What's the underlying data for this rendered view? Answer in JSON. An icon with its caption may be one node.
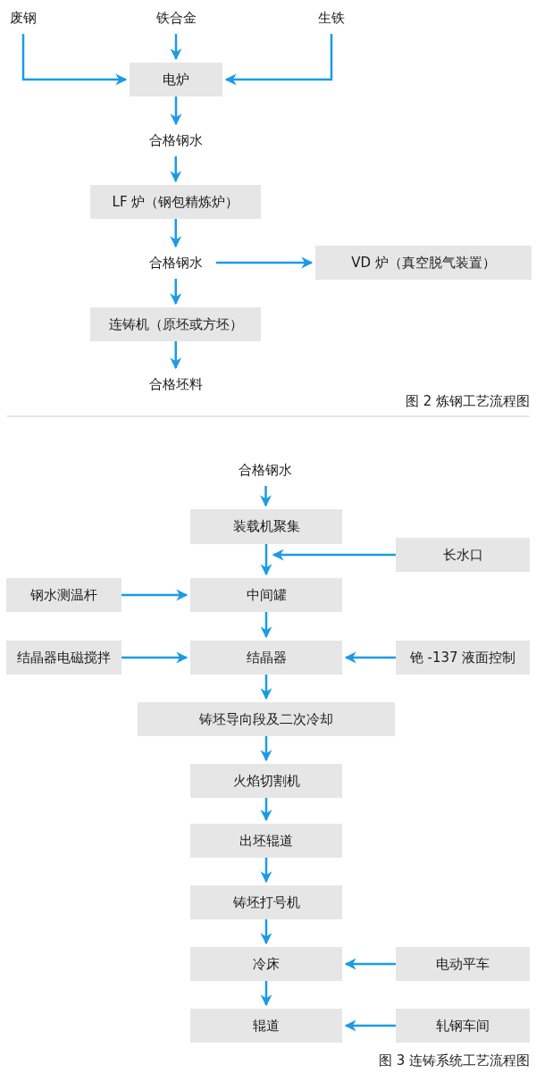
{
  "diagram": {
    "nodes": [
      {
        "text": [
          "废钢"
        ]
      },
      {
        "text": [
          "铁合金"
        ]
      },
      {
        "text": [
          "生铁"
        ]
      },
      {
        "text": [
          "电炉"
        ]
      },
      {
        "text": [
          "合格钢水"
        ]
      },
      {
        "text": [
          "LF 炉（钢包精炼炉）"
        ]
      },
      {
        "text": [
          "合格钢水"
        ]
      },
      {
        "text": [
          "VD 炉（真空脱气装置）"
        ]
      },
      {
        "text": [
          "连铸机（原坯或方坯）"
        ]
      },
      {
        "text": [
          "合格坯料"
        ]
      },
      {
        "text": [
          "合格钢水"
        ]
      },
      {
        "text": [
          "装载机聚集"
        ]
      },
      {
        "text": [
          "长水口"
        ]
      },
      {
        "text": [
          "钢水测温杆"
        ]
      },
      {
        "text": [
          "中间罐"
        ]
      },
      {
        "text": [
          "结晶器电磁搅拌"
        ]
      },
      {
        "text": [
          "结晶器"
        ]
      },
      {
        "text": [
          "铯 -137 液面控制"
        ]
      },
      {
        "text": [
          "铸坯导向段及二次冷却"
        ]
      },
      {
        "text": [
          "火焰切割机"
        ]
      },
      {
        "text": [
          "出坯辊道"
        ]
      },
      {
        "text": [
          "铸坯打号机"
        ]
      },
      {
        "text": [
          "冷床"
        ]
      },
      {
        "text": [
          "电动平车"
        ]
      },
      {
        "text": [
          "辊道"
        ]
      },
      {
        "text": [
          "轧钢车间"
        ]
      }
    ],
    "edges": [
      {
        "from": 0,
        "to": 3,
        "arrow": "to"
      },
      {
        "from": 1,
        "to": 3,
        "arrow": "to"
      },
      {
        "from": 2,
        "to": 3,
        "arrow": "to"
      },
      {
        "from": 3,
        "to": 4,
        "arrow": "to"
      },
      {
        "from": 4,
        "to": 5,
        "arrow": "to"
      },
      {
        "from": 5,
        "to": 6,
        "arrow": "to"
      },
      {
        "from": 6,
        "to": 7,
        "arrow": "to"
      },
      {
        "from": 6,
        "to": 8,
        "arrow": "to"
      },
      {
        "from": 8,
        "to": 9,
        "arrow": "to"
      },
      {
        "from": 10,
        "to": 11,
        "arrow": "to"
      },
      {
        "from": 11,
        "to": 14,
        "arrow": "to"
      },
      {
        "from": 12,
        "to": 14,
        "arrow": "to"
      },
      {
        "from": 13,
        "to": 14,
        "arrow": "to"
      },
      {
        "from": 14,
        "to": 16,
        "arrow": "to"
      },
      {
        "from": 15,
        "to": 16,
        "arrow": "to"
      },
      {
        "from": 17,
        "to": 16,
        "arrow": "to"
      },
      {
        "from": 16,
        "to": 18,
        "arrow": "to"
      },
      {
        "from": 18,
        "to": 19,
        "arrow": "to"
      },
      {
        "from": 19,
        "to": 20,
        "arrow": "to"
      },
      {
        "from": 20,
        "to": 21,
        "arrow": "to"
      },
      {
        "from": 21,
        "to": 22,
        "arrow": "to"
      },
      {
        "from": 23,
        "to": 22,
        "arrow": "to"
      },
      {
        "from": 22,
        "to": 24,
        "arrow": "to"
      },
      {
        "from": 25,
        "to": 24,
        "arrow": "to"
      }
    ],
    "labels": [
      "图 2 炼钢工艺流程图",
      "图 3 连铸系统工艺流程图"
    ]
  }
}
